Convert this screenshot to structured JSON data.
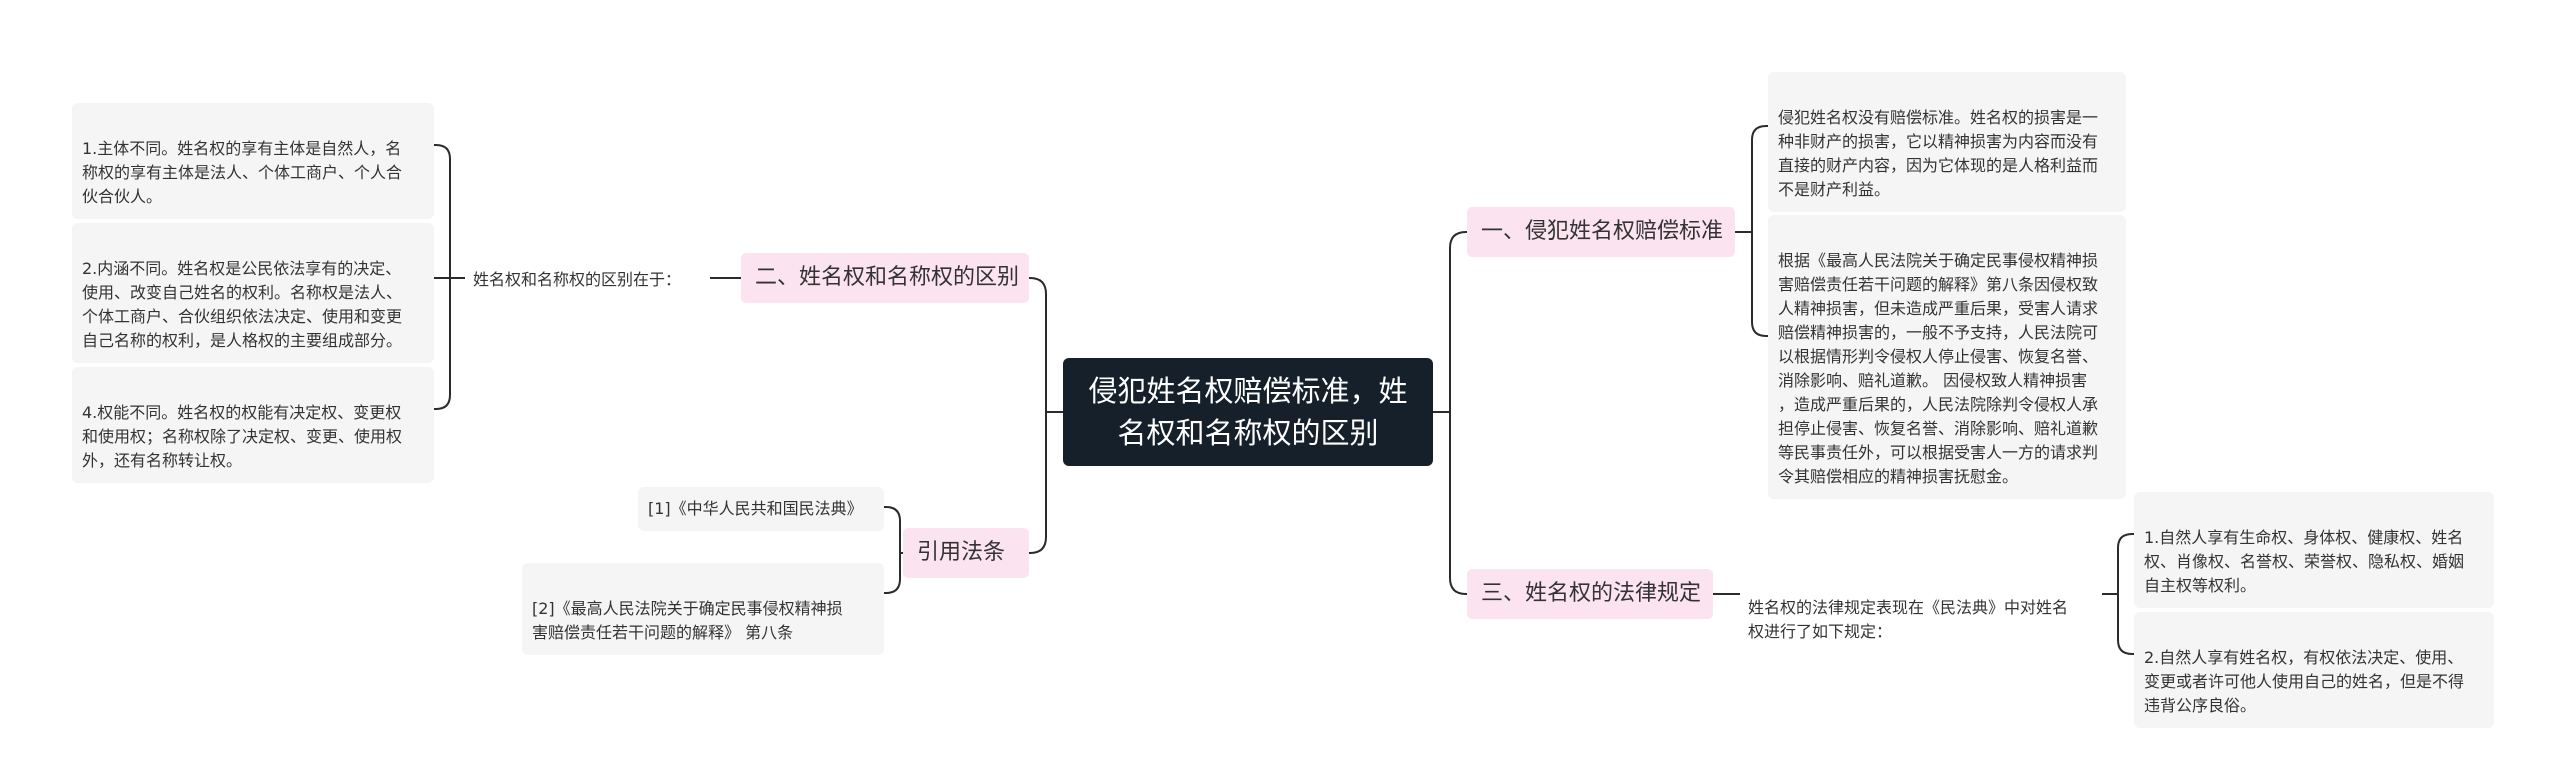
{
  "root": {
    "title": "侵犯姓名权赔偿标准，姓名权和名称权的区别"
  },
  "topics": {
    "compensation": "一、侵犯姓名权赔偿标准",
    "distinction": "二、姓名权和名称权的区别",
    "legal": "三、姓名权的法律规定",
    "citations": "引用法条"
  },
  "distinction": {
    "intro": "姓名权和名称权的区别在于：",
    "items": [
      "1.主体不同。姓名权的享有主体是自然人，名\n称权的享有主体是法人、个体工商户、个人合\n伙合伙人。",
      "2.内涵不同。姓名权是公民依法享有的决定、\n使用、改变自己姓名的权利。名称权是法人、\n个体工商户、合伙组织依法决定、使用和变更\n自己名称的权利，是人格权的主要组成部分。",
      "4.权能不同。姓名权的权能有决定权、变更权\n和使用权；名称权除了决定权、变更、使用权\n外，还有名称转让权。"
    ]
  },
  "citations": {
    "items": [
      "[1]《中华人民共和国民法典》",
      "[2]《最高人民法院关于确定民事侵权精神损\n害赔偿责任若干问题的解释》 第八条"
    ]
  },
  "compensation": {
    "items": [
      "侵犯姓名权没有赔偿标准。姓名权的损害是一\n种非财产的损害，它以精神损害为内容而没有\n直接的财产内容，因为它体现的是人格利益而\n不是财产利益。",
      "根据《最高人民法院关于确定民事侵权精神损\n害赔偿责任若干问题的解释》第八条因侵权致\n人精神损害，但未造成严重后果，受害人请求\n赔偿精神损害的，一般不予支持，人民法院可\n以根据情形判令侵权人停止侵害、恢复名誉、\n消除影响、赔礼道歉。 因侵权致人精神损害\n，造成严重后果的，人民法院除判令侵权人承\n担停止侵害、恢复名誉、消除影响、赔礼道歉\n等民事责任外，可以根据受害人一方的请求判\n令其赔偿相应的精神损害抚慰金。"
    ]
  },
  "legal": {
    "intro": "姓名权的法律规定表现在《民法典》中对姓名\n权进行了如下规定：",
    "items": [
      "1.自然人享有生命权、身体权、健康权、姓名\n权、肖像权、名誉权、荣誉权、隐私权、婚姻\n自主权等权利。",
      "2.自然人享有姓名权，有权依法决定、使用、\n变更或者许可他人使用自己的姓名，但是不得\n违背公序良俗。"
    ]
  },
  "colors": {
    "root_bg": "#15202b",
    "topic_bg": "#fbe3ef",
    "leaf_bg": "#f5f5f5",
    "line": "#2b2b2b"
  }
}
